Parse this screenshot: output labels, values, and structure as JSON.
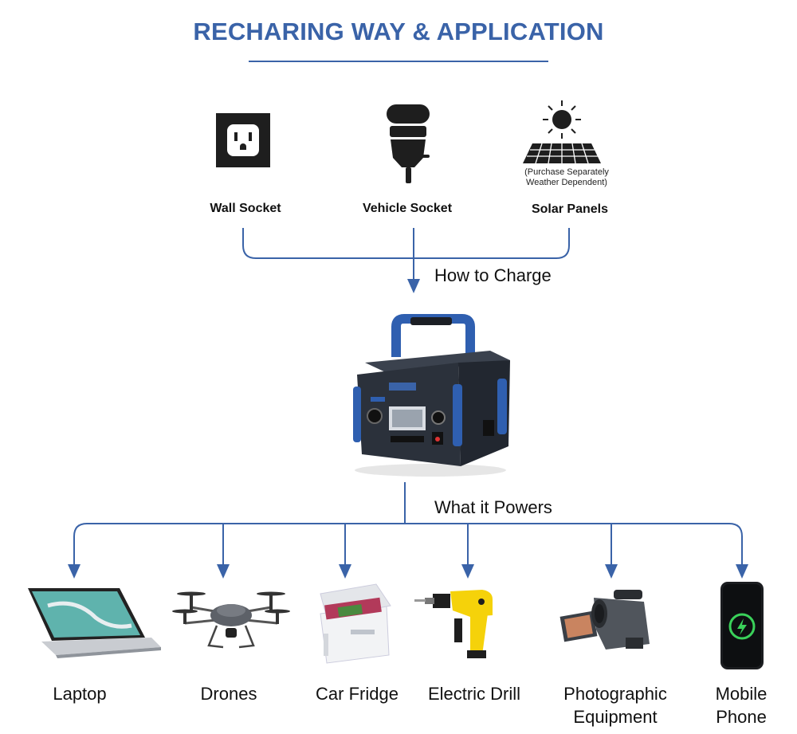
{
  "title": "RECHARING WAY & APPLICATION",
  "sources": [
    {
      "label": "Wall Socket",
      "icon": "wall-socket-icon"
    },
    {
      "label": "Vehicle Socket",
      "icon": "car-charger-icon"
    },
    {
      "label": "Solar Panels",
      "icon": "solar-panel-icon",
      "note_line1": "(Purchase Separately",
      "note_line2": "Weather Dependent)"
    }
  ],
  "charge_label": "How to Charge",
  "powers_label": "What it Powers",
  "devices": [
    {
      "label": "Laptop",
      "icon": "laptop-icon"
    },
    {
      "label": "Drones",
      "icon": "drone-icon"
    },
    {
      "label": "Car Fridge",
      "icon": "car-fridge-icon"
    },
    {
      "label": "Electric Drill",
      "icon": "electric-drill-icon"
    },
    {
      "label_line1": "Photographic",
      "label_line2": "Equipment",
      "icon": "camcorder-icon"
    },
    {
      "label_line1": "Mobile",
      "label_line2": "Phone",
      "icon": "mobile-phone-icon"
    }
  ],
  "colors": {
    "accent": "#3a63a8",
    "station_body": "#2e3440",
    "station_blue": "#2f5fb0"
  }
}
